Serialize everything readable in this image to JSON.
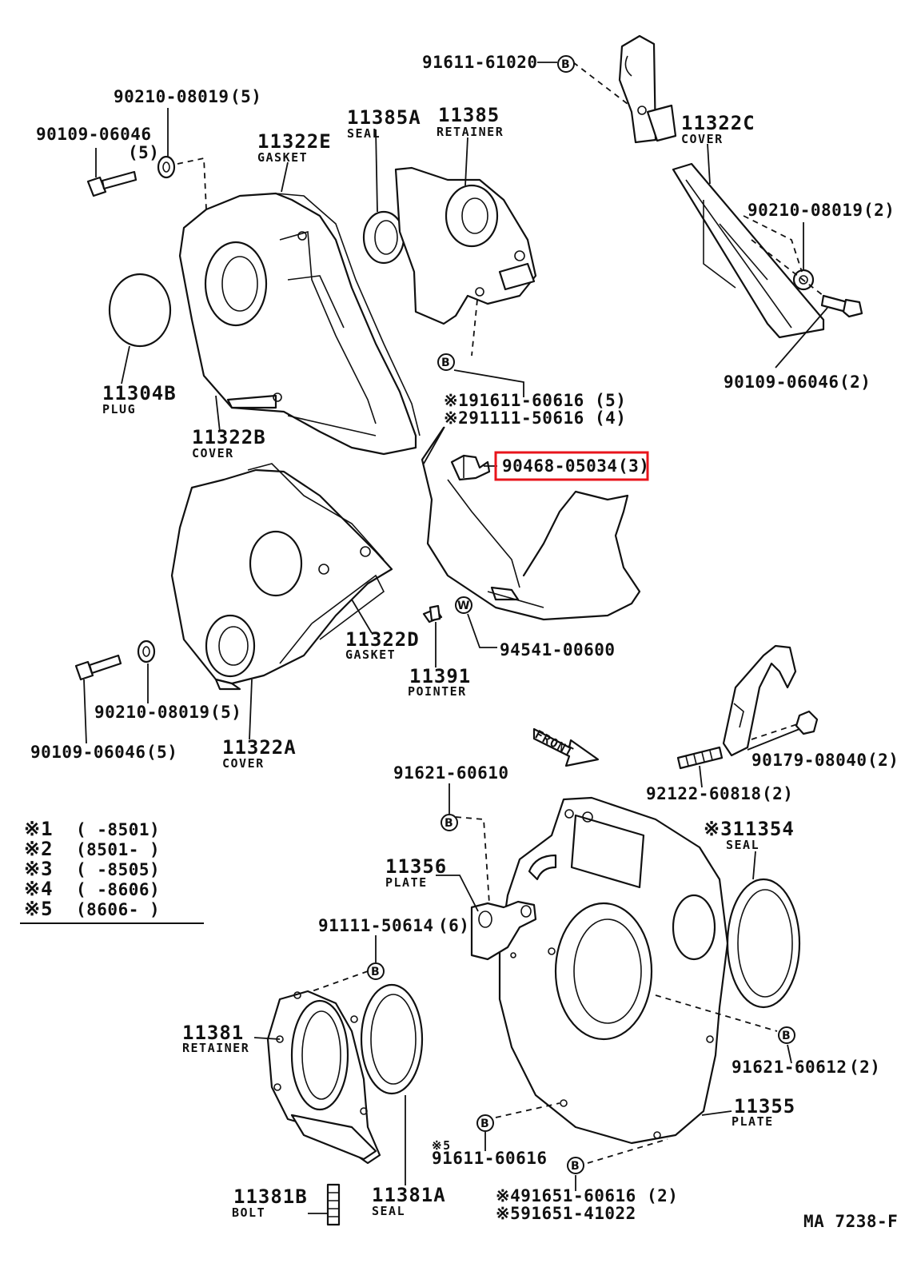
{
  "title": "",
  "highlight_color": "#e8141b",
  "callouts": {
    "c1": {
      "code": "91611-61020",
      "mark": "B"
    },
    "c2": {
      "code": "90210-08019",
      "qty": "(5)"
    },
    "c3": {
      "code": "90109-06046",
      "qty": "(5)"
    },
    "c4": {
      "code": "11322E",
      "sub": "GASKET"
    },
    "c5": {
      "code": "11385A",
      "sub": "SEAL"
    },
    "c6": {
      "code": "11385",
      "sub": "RETAINER"
    },
    "c7": {
      "code": "11322C",
      "sub": "COVER"
    },
    "c8": {
      "code": "90210-08019",
      "qty": "(2)"
    },
    "c9": {
      "code": "90109-06046",
      "qty": "(2)"
    },
    "c10": {
      "code": "11304B",
      "sub": "PLUG"
    },
    "c11": {
      "code": "11322B",
      "sub": "COVER"
    },
    "c12": {
      "line1": "※191611-60616 (5)",
      "line2": "※291111-50616 (4)",
      "mark": "B"
    },
    "c13": {
      "code": "90468-05034",
      "qty": "(3)"
    },
    "c14": {
      "code": "11322D",
      "sub": "GASKET"
    },
    "c15": {
      "code": "94541-00600",
      "mark": "W"
    },
    "c16": {
      "code": "11391",
      "sub": "POINTER"
    },
    "c17": {
      "code": "90210-08019",
      "qty": "(5)"
    },
    "c18": {
      "code": "90109-06046",
      "qty": "(5)"
    },
    "c19": {
      "code": "11322A",
      "sub": "COVER"
    },
    "c20": {
      "code": "90179-08040",
      "qty": "(2)"
    },
    "c21": {
      "code": "92122-60818",
      "qty": "(2)"
    },
    "c22": {
      "code": "91621-60610",
      "mark": "B"
    },
    "c23": {
      "code": "※311354",
      "sub": "SEAL"
    },
    "c24": {
      "code": "11356",
      "sub": "PLATE"
    },
    "c25": {
      "code": "91111-50614",
      "qty": "(6)",
      "mark": "B"
    },
    "c26": {
      "code": "11381",
      "sub": "RETAINER"
    },
    "c27": {
      "code": "91621-60612",
      "qty": "(2)",
      "mark": "B"
    },
    "c28": {
      "code": "11355",
      "sub": "PLATE"
    },
    "c29": {
      "code": "※5",
      "code2": "91611-60616",
      "mark": "B"
    },
    "c30": {
      "line1": "※491651-60616 (2)",
      "line2": "※591651-41022",
      "mark": "B"
    },
    "c31": {
      "code": "11381B",
      "sub": "BOLT"
    },
    "c32": {
      "code": "11381A",
      "sub": "SEAL"
    },
    "front": "FRONT",
    "footer": "MA 7238-F"
  },
  "legend": [
    {
      "mark": "※1",
      "range": "(        -8501)"
    },
    {
      "mark": "※2",
      "range": "(8501-        )"
    },
    {
      "mark": "※3",
      "range": "(        -8505)"
    },
    {
      "mark": "※4",
      "range": "(        -8606)"
    },
    {
      "mark": "※5",
      "range": "(8606-        )"
    }
  ]
}
